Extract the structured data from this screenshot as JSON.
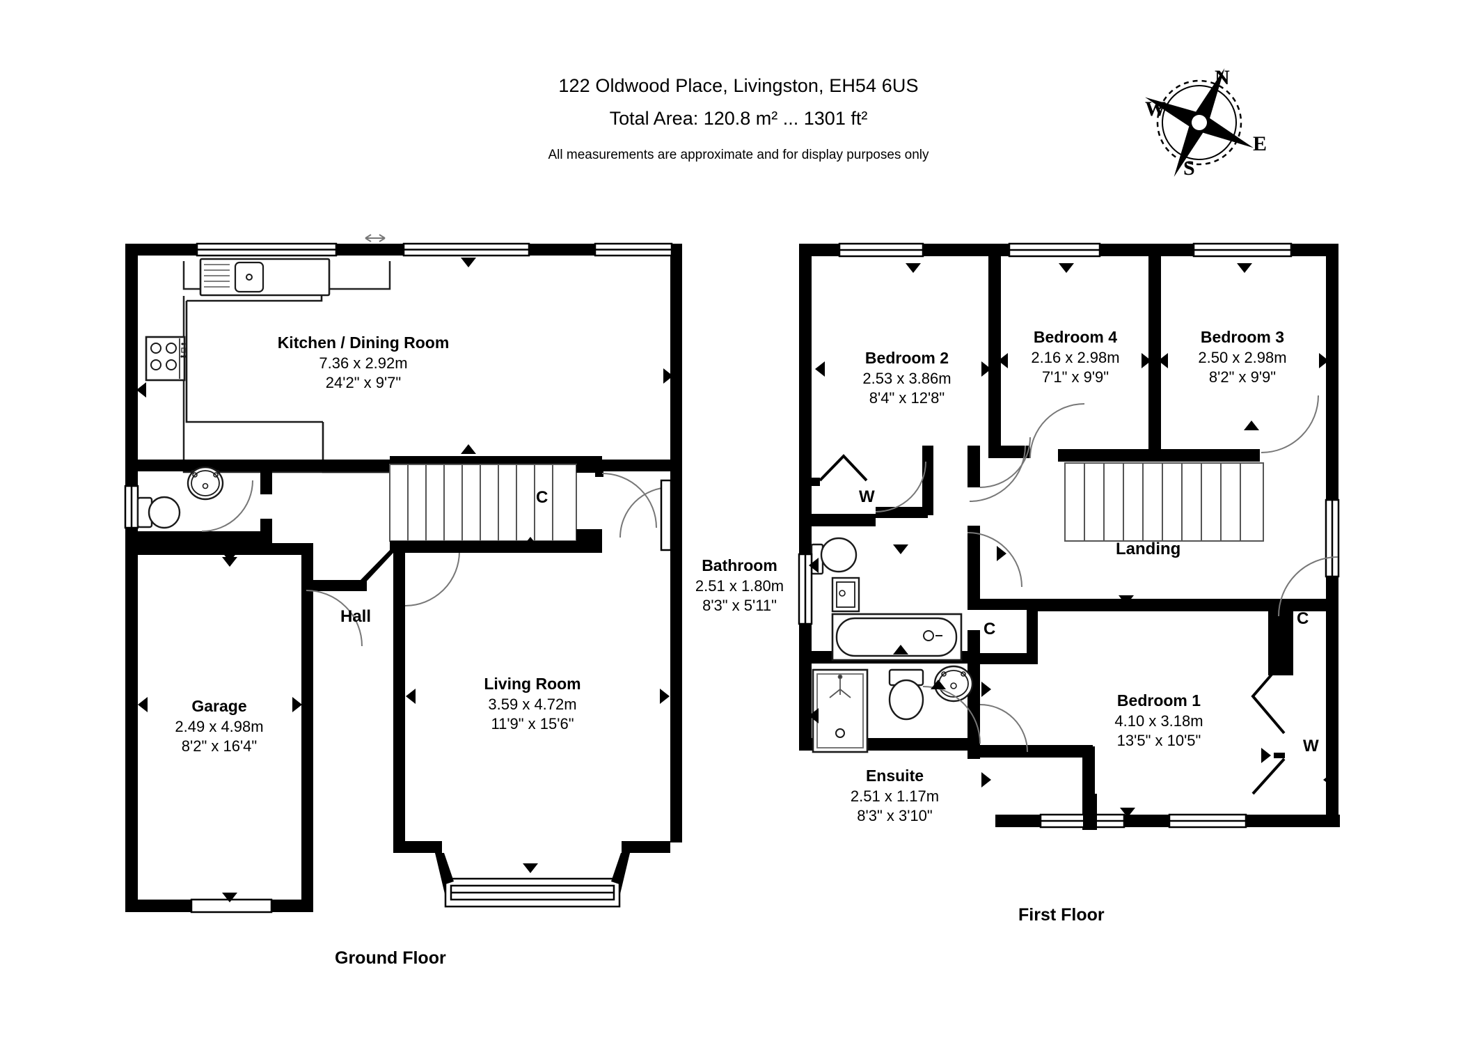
{
  "header": {
    "title": "122 Oldwood Place, Livingston, EH54 6US",
    "total_area": "Total Area: 120.8 m² ... 1301 ft²",
    "disclaimer": "All measurements are approximate and for display purposes only"
  },
  "compass": {
    "north": "N",
    "east": "E",
    "south": "S",
    "west": "W",
    "rotation_deg": 25
  },
  "floors": [
    {
      "id": "ground",
      "label": "Ground Floor",
      "rooms": [
        {
          "name": "Kitchen / Dining Room",
          "metric": "7.36 x 2.92m",
          "imperial": "24'2\" x 9'7\""
        },
        {
          "name": "Garage",
          "metric": "2.49 x 4.98m",
          "imperial": "8'2\" x 16'4\""
        },
        {
          "name": "Living Room",
          "metric": "3.59 x 4.72m",
          "imperial": "11'9\" x 15'6\""
        }
      ],
      "tags": [
        {
          "text": "Hall"
        },
        {
          "text": "C"
        }
      ]
    },
    {
      "id": "first",
      "label": "First Floor",
      "rooms": [
        {
          "name": "Bedroom 2",
          "metric": "2.53 x 3.86m",
          "imperial": "8'4\" x 12'8\""
        },
        {
          "name": "Bedroom 4",
          "metric": "2.16 x 2.98m",
          "imperial": "7'1\" x 9'9\""
        },
        {
          "name": "Bedroom 3",
          "metric": "2.50 x 2.98m",
          "imperial": "8'2\" x 9'9\""
        },
        {
          "name": "Bedroom 1",
          "metric": "4.10 x 3.18m",
          "imperial": "13'5\" x 10'5\""
        },
        {
          "name": "Bathroom",
          "metric": "2.51 x 1.80m",
          "imperial": "8'3\" x 5'11\""
        },
        {
          "name": "Ensuite",
          "metric": "2.51 x 1.17m",
          "imperial": "8'3\" x 3'10\""
        }
      ],
      "tags": [
        {
          "text": "Landing"
        },
        {
          "text": "W"
        },
        {
          "text": "C"
        },
        {
          "text": "C"
        },
        {
          "text": "W"
        }
      ]
    }
  ],
  "colors": {
    "wall": "#000000",
    "fixture_stroke": "#1a1a1a",
    "stair_stroke": "#555555",
    "background": "#ffffff",
    "text": "#000000"
  }
}
